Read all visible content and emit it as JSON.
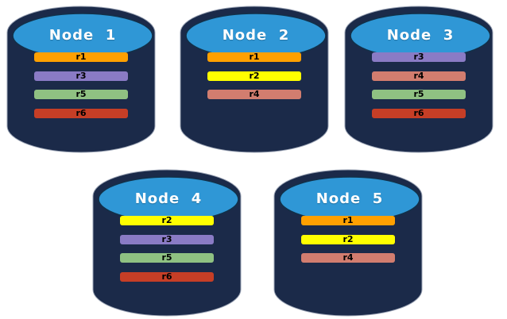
{
  "theme": {
    "canvas_bg": "#FFFFFF",
    "cylinder_body": "#1B2A49",
    "cylinder_top": "#2F97D6",
    "cylinder_top_stroke": "#123049",
    "cylinder_outline": "#9AA3B4",
    "node_label_color": "#FFFFFF",
    "bar_label_color": "#000000"
  },
  "replica_colors": {
    "r1": "#FFA000",
    "r2": "#FFFF00",
    "r3": "#8A7BC5",
    "r4": "#D27D6F",
    "r5": "#8FC182",
    "r6": "#C63E26"
  },
  "nodes": [
    {
      "label": "Node  1",
      "replicas": [
        "r1",
        "r3",
        "r5",
        "r6"
      ]
    },
    {
      "label": "Node  2",
      "replicas": [
        "r1",
        "r2",
        "r4"
      ]
    },
    {
      "label": "Node  3",
      "replicas": [
        "r3",
        "r4",
        "r5",
        "r6"
      ]
    },
    {
      "label": "Node  4",
      "replicas": [
        "r2",
        "r3",
        "r5",
        "r6"
      ]
    },
    {
      "label": "Node  5",
      "replicas": [
        "r1",
        "r2",
        "r4"
      ]
    }
  ]
}
